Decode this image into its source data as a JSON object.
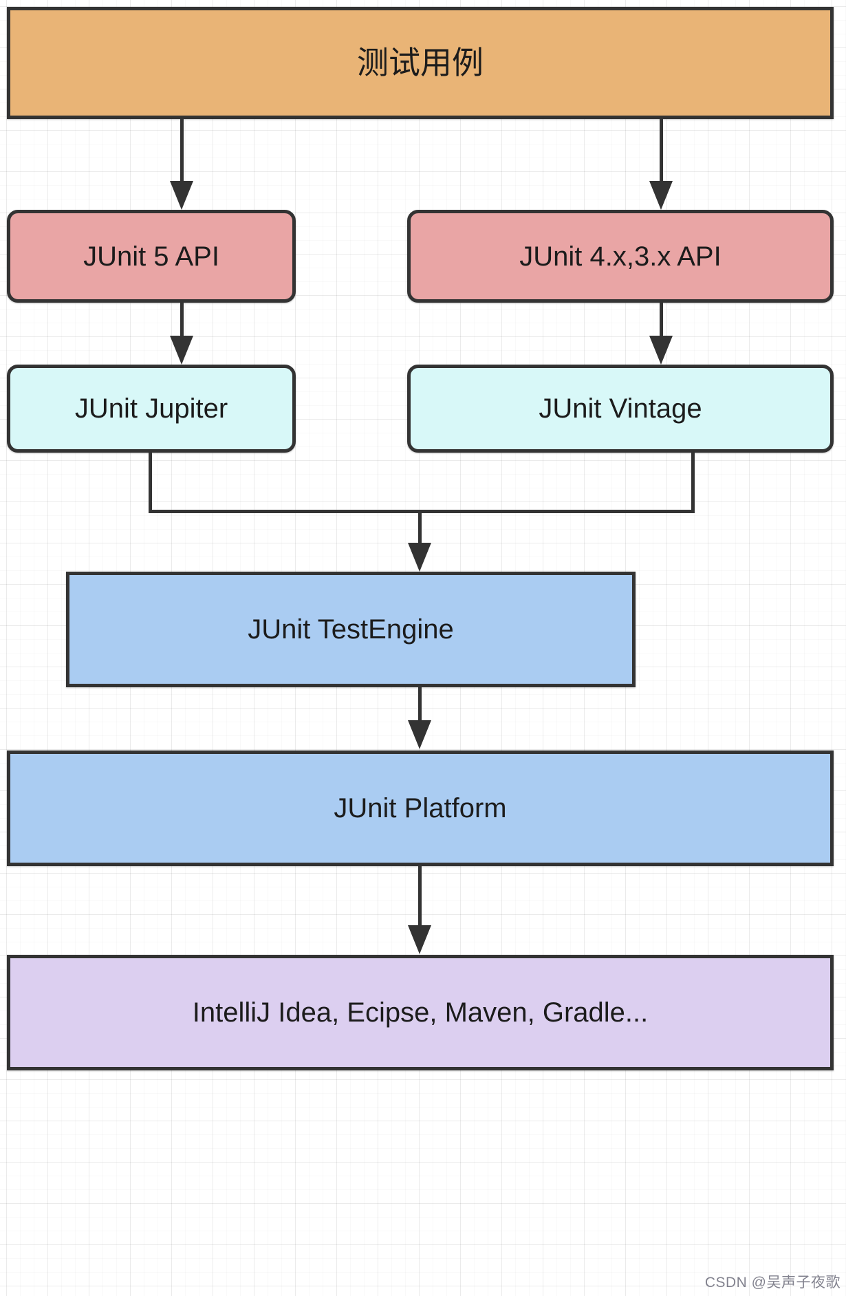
{
  "diagram": {
    "title": "JUnit 5 architecture layered diagram",
    "colors": {
      "testcase_fill": "#e9b476",
      "api_fill": "#e9a5a5",
      "engine_lib_fill": "#d8f8f8",
      "platform_fill": "#aaccf2",
      "tools_fill": "#dccff0",
      "border": "#333333",
      "canvas": "#ffffff",
      "grid_line": "#eeeeee"
    },
    "nodes": [
      {
        "id": "testcase",
        "label": "测试用例"
      },
      {
        "id": "junit5api",
        "label": "JUnit 5 API"
      },
      {
        "id": "junit4api",
        "label": "JUnit 4.x,3.x API"
      },
      {
        "id": "jupiter",
        "label": "JUnit Jupiter"
      },
      {
        "id": "vintage",
        "label": "JUnit Vintage"
      },
      {
        "id": "testengine",
        "label": "JUnit TestEngine"
      },
      {
        "id": "platform",
        "label": "JUnit Platform"
      },
      {
        "id": "tools",
        "label": "IntelliJ Idea, Ecipse, Maven, Gradle..."
      }
    ],
    "edges": [
      {
        "from": "testcase",
        "to": "junit5api",
        "type": "arrow-down"
      },
      {
        "from": "testcase",
        "to": "junit4api",
        "type": "arrow-down"
      },
      {
        "from": "junit5api",
        "to": "jupiter",
        "type": "arrow-down"
      },
      {
        "from": "junit4api",
        "to": "vintage",
        "type": "arrow-down"
      },
      {
        "from": "jupiter",
        "to": "testengine",
        "type": "merge-arrow-down"
      },
      {
        "from": "vintage",
        "to": "testengine",
        "type": "merge-arrow-down"
      },
      {
        "from": "testengine",
        "to": "platform",
        "type": "arrow-down"
      },
      {
        "from": "platform",
        "to": "tools",
        "type": "arrow-down"
      }
    ],
    "watermark": "CSDN @吴声子夜歌"
  }
}
